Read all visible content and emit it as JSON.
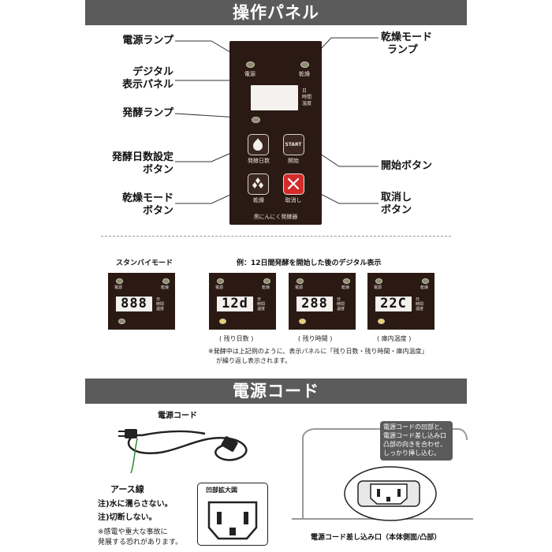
{
  "section1": {
    "title": "操作パネル",
    "callouts": {
      "power_lamp": "電源ランプ",
      "dry_lamp_1": "乾燥モード",
      "dry_lamp_2": "ランプ",
      "display_1": "デジタル",
      "display_2": "表示パネル",
      "ferment_lamp": "発酵ランプ",
      "days_btn_1": "発酵日数設定",
      "days_btn_2": "ボタン",
      "start_btn": "開始ボタン",
      "dry_btn_1": "乾燥モード",
      "dry_btn_2": "ボタン",
      "cancel_btn_1": "取消し",
      "cancel_btn_2": "ボタン"
    },
    "panel": {
      "power": "電源",
      "dry": "乾燥",
      "side_1": "日",
      "side_2": "時間",
      "side_3": "温度",
      "btn_days": "発酵日数",
      "btn_start_icon": "START",
      "btn_start": "開始",
      "btn_dry": "乾燥",
      "btn_cancel": "取消し",
      "footer": "黒にんにく発酵器"
    }
  },
  "display_examples": {
    "standby_label": "スタンバイモード",
    "example_label": "例：12日間発酵を開始した後のデジタル表示",
    "mini_power": "電源",
    "mini_dry": "乾燥",
    "mini_side_1": "日",
    "mini_side_2": "時間",
    "mini_side_3": "温度",
    "screens": [
      {
        "digits": "888",
        "caption": ""
      },
      {
        "digits": "12d",
        "caption": "( 残り日数 )"
      },
      {
        "digits": "288",
        "caption": "( 残り時間 )"
      },
      {
        "digits": "22C",
        "caption": "( 庫内温度 )"
      }
    ],
    "note_1": "※発酵中は上記例のように、表示パネルに「残り日数・残り時間・庫内温度」",
    "note_2": "が繰り返し表示されます。"
  },
  "section2": {
    "title": "電源コード",
    "cord_label": "電源コード",
    "earth_label": "アース線",
    "warn_1": "注)水に濡らさない。",
    "warn_2": "注)切断しない。",
    "warn_3": "※感電や重大な事故に",
    "warn_4": "発展する恐れがあります。",
    "zoom_label": "凹部拡大図",
    "box_1": "電源コードの凹部と、",
    "box_2": "電源コード差し込み口",
    "box_3": "凸部の向きを合わせ、",
    "box_4": "しっかり挿し込む。",
    "socket_label": "電源コード差し込み口（本体側面/凸部）"
  }
}
